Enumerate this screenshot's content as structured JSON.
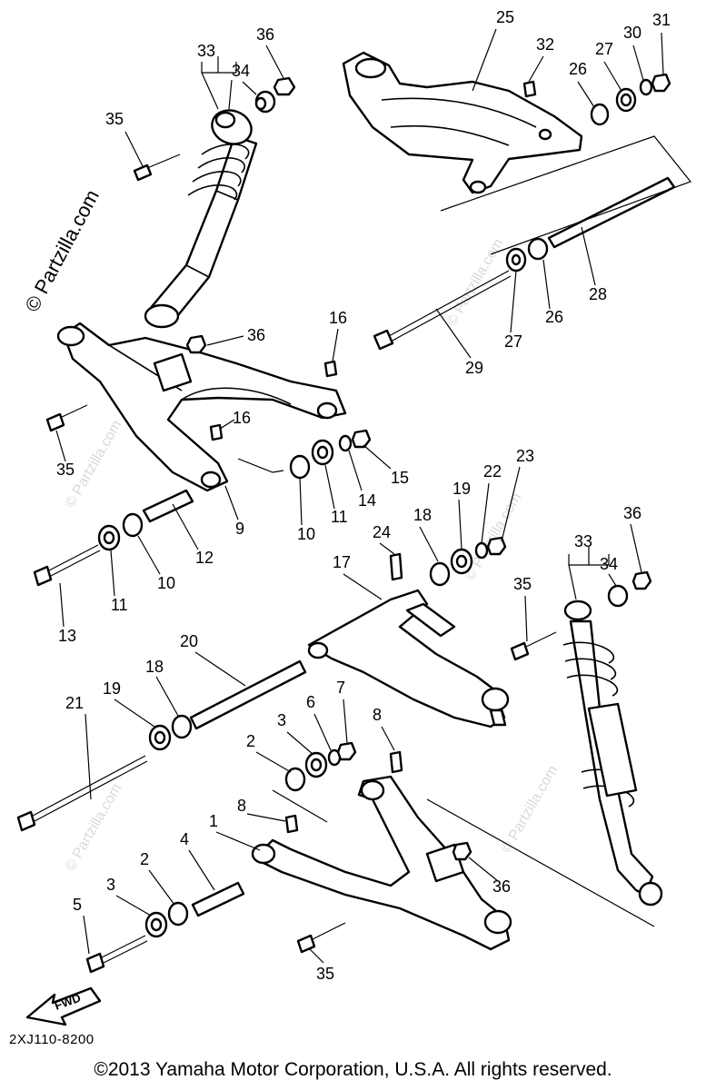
{
  "labels": {
    "l1": "1",
    "l2a": "2",
    "l2b": "2",
    "l3a": "3",
    "l3b": "3",
    "l4": "4",
    "l5": "5",
    "l6": "6",
    "l7": "7",
    "l8a": "8",
    "l8b": "8",
    "l9": "9",
    "l10a": "10",
    "l10b": "10",
    "l11a": "11",
    "l11b": "11",
    "l12": "12",
    "l13": "13",
    "l14": "14",
    "l15": "15",
    "l16a": "16",
    "l16b": "16",
    "l17": "17",
    "l18a": "18",
    "l18b": "18",
    "l19a": "19",
    "l19b": "19",
    "l20": "20",
    "l21": "21",
    "l22": "22",
    "l23": "23",
    "l24": "24",
    "l25": "25",
    "l26a": "26",
    "l26b": "26",
    "l27a": "27",
    "l27b": "27",
    "l28": "28",
    "l29": "29",
    "l30": "30",
    "l31": "31",
    "l32": "32",
    "l33a": "33",
    "l33b": "33",
    "l34a": "34",
    "l34b": "34",
    "l35a": "35",
    "l35b": "35",
    "l35c": "35",
    "l35d": "35",
    "l36a": "36",
    "l36b": "36",
    "l36c": "36",
    "l36d": "36"
  },
  "watermark": "© Partzilla.com",
  "fwd": "FWD",
  "diagram_code": "2XJ110-8200",
  "copyright": "©2013 Yamaha Motor Corporation, U.S.A. All rights reserved."
}
